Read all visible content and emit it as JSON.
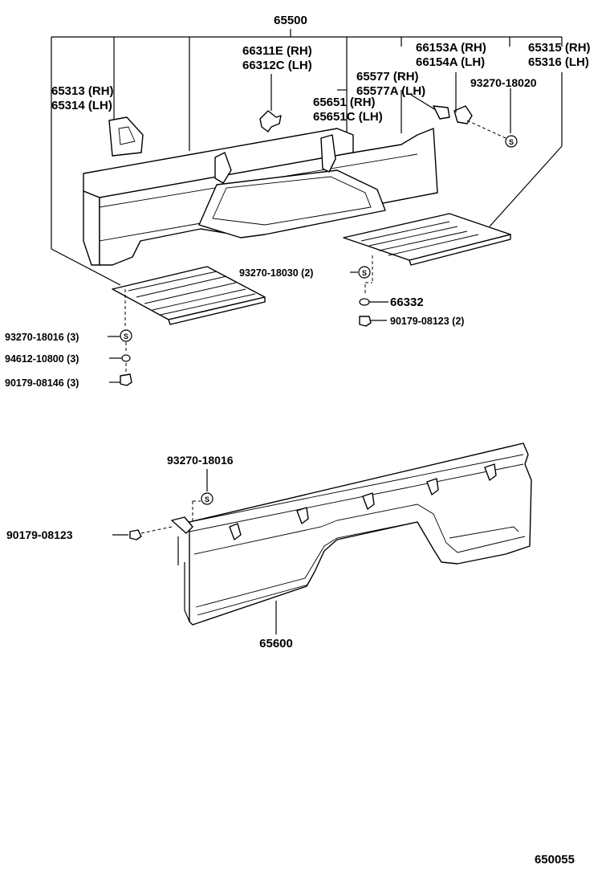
{
  "diagram": {
    "figure_id": "650055",
    "assembly": "65500",
    "labels": {
      "l65313": "65313 (RH)",
      "l65314": "65314 (LH)",
      "l66311": "66311E (RH)",
      "l66312": "66312C (LH)",
      "l65651": "65651  (RH)",
      "l65651c": "65651C (LH)",
      "l65577": "65577  (RH)",
      "l65577a": "65577A (LH)",
      "l66153": "66153A (RH)",
      "l66154": "66154A (LH)",
      "l65315": "65315 (RH)",
      "l65316": "65316 (LH)",
      "l93270_18020": "93270-18020",
      "l93270_18030": "93270-18030 (2)",
      "l66332": "66332",
      "l90179_08123_2": "90179-08123 (2)",
      "l93270_18016_3": "93270-18016 (3)",
      "l94612": "94612-10800 (3)",
      "l90179_08146": "90179-08146 (3)",
      "l93270_18016": "93270-18016",
      "l90179_08123": "90179-08123",
      "l65600": "65600"
    },
    "washer_symbol": "S"
  }
}
